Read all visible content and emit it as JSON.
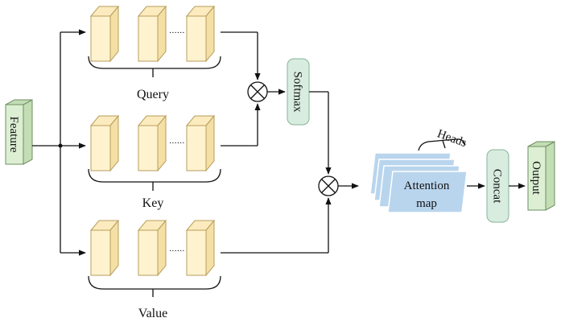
{
  "labels": {
    "feature": "Feature",
    "query": "Query",
    "key": "Key",
    "value": "Value",
    "softmax": "Softmax",
    "heads": "Heads",
    "attention_line1": "Attention",
    "attention_line2": "map",
    "concat": "Concat",
    "output": "Output",
    "ellipsis": "......"
  },
  "colors": {
    "prism_front": "#FFF3CF",
    "prism_side": "#F4DFA4",
    "prism_top": "#FBEBBE",
    "prism_stroke": "#B89E5C",
    "green_front": "#DCEFD3",
    "green_side": "#C3DDB4",
    "green_stroke": "#6E8F62",
    "softmax_fill": "#D8ECDF",
    "softmax_stroke": "#86B49A",
    "attention_fill": "#B9D5EE",
    "attention_stroke": "#94BADB",
    "line": "#111111"
  },
  "icons": {
    "multiply": "circled-times-icon",
    "arrow": "arrowhead-icon"
  }
}
